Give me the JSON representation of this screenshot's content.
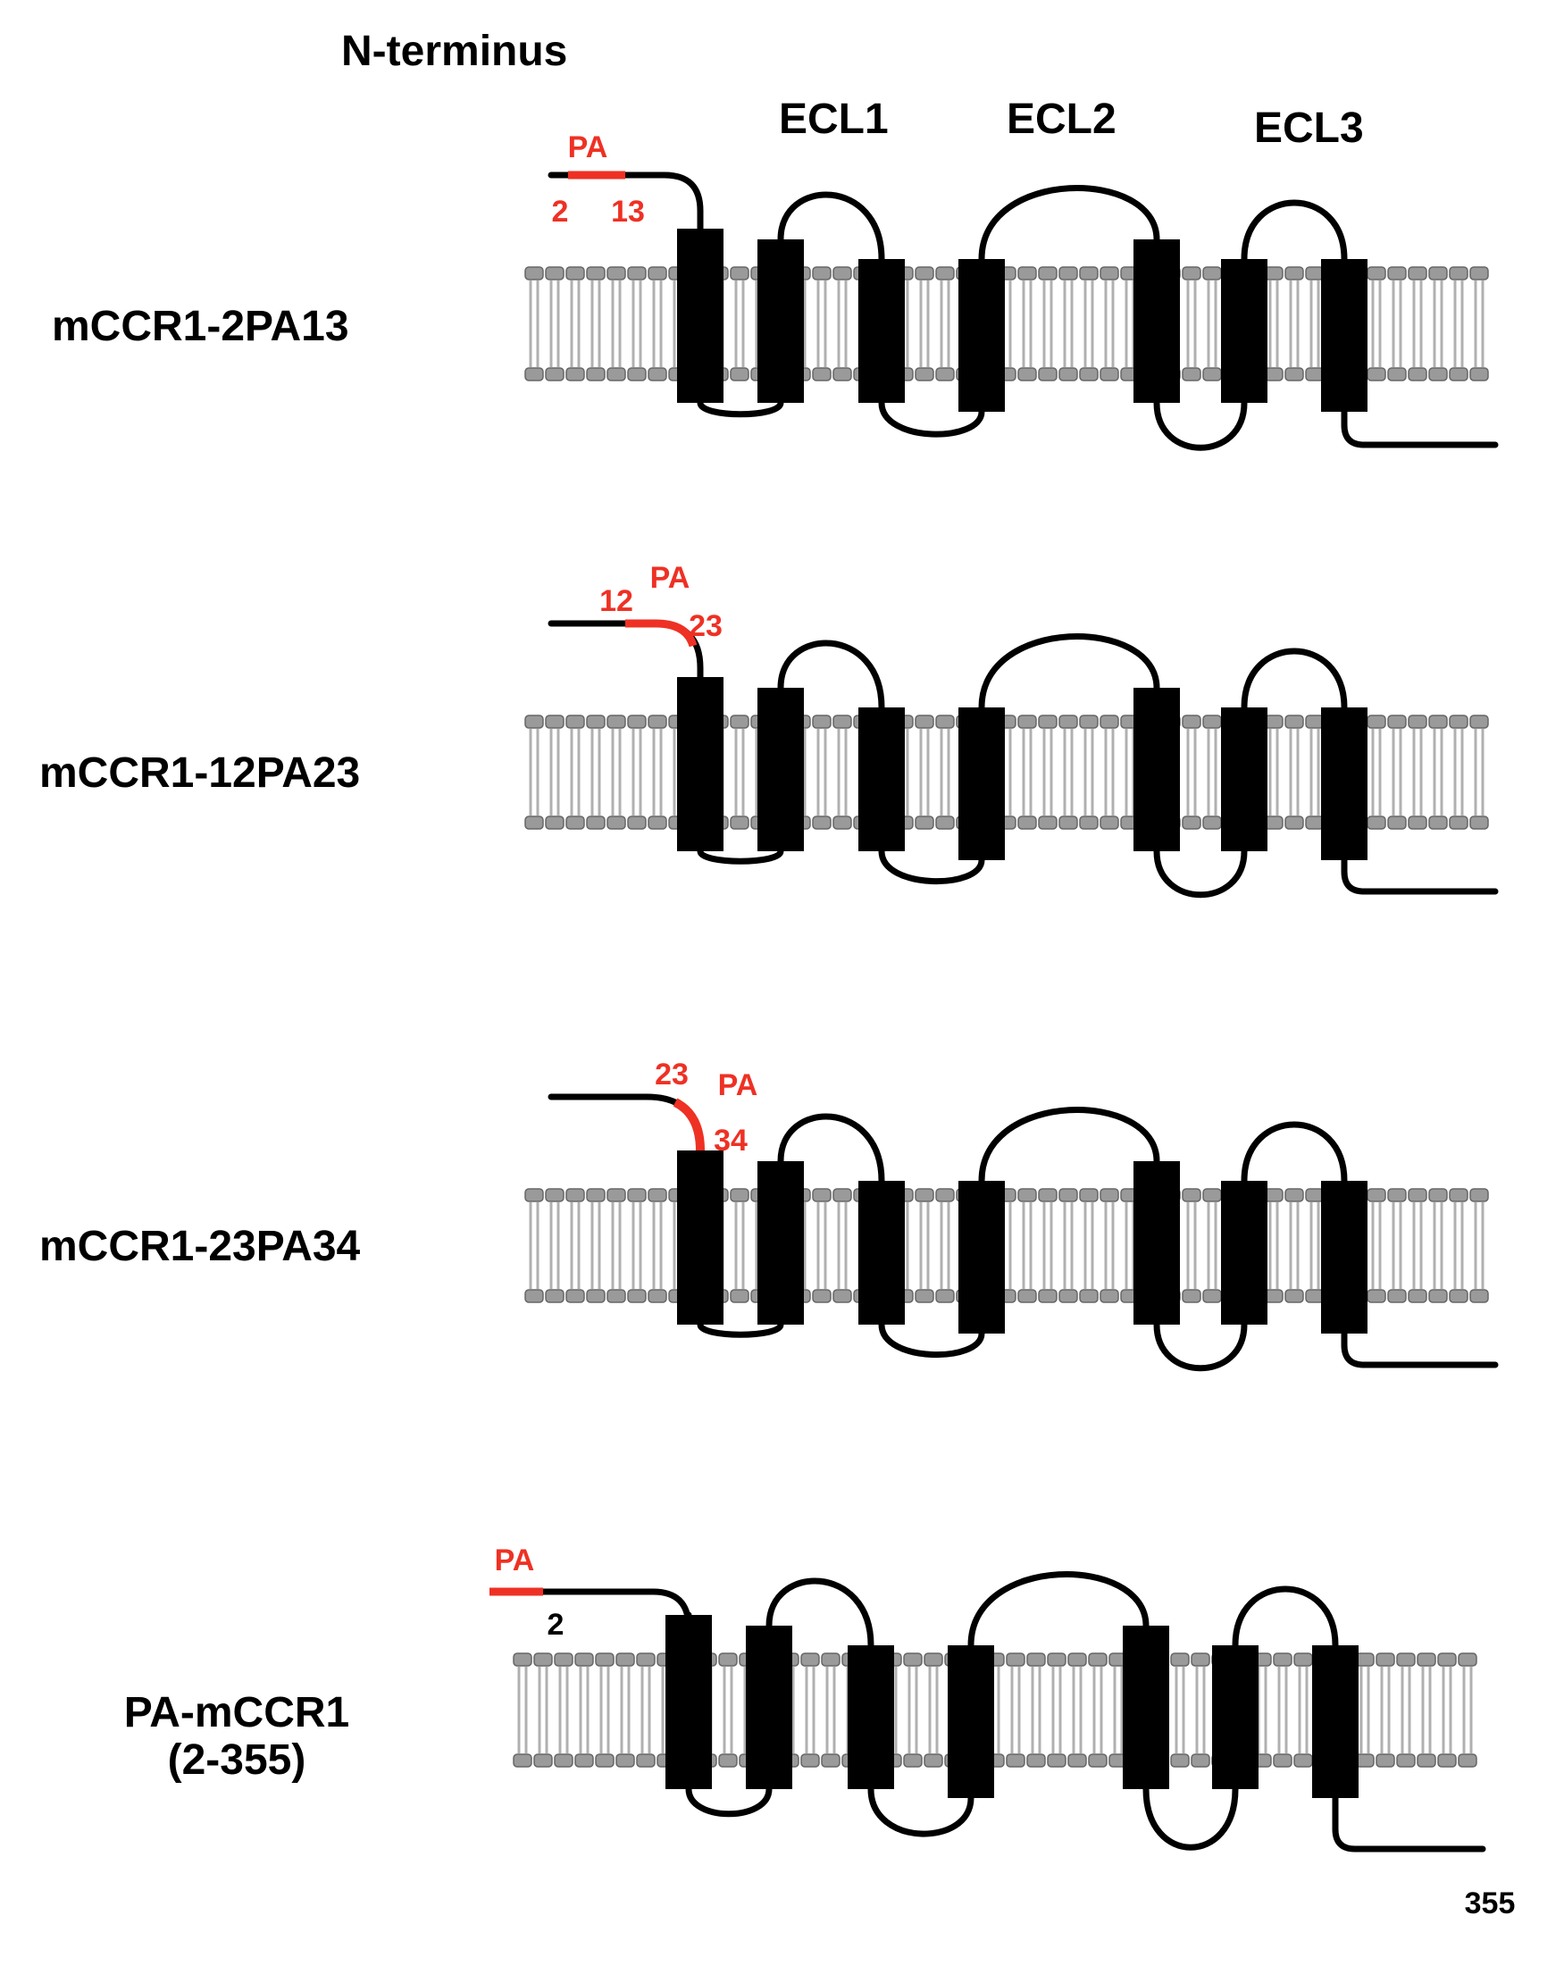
{
  "header": {
    "n_terminus": "N-terminus",
    "loops": [
      "ECL1",
      "ECL2",
      "ECL3"
    ]
  },
  "constructs": [
    {
      "name": "mCCR1-2PA13",
      "tag": "PA",
      "start": "2",
      "end": "13"
    },
    {
      "name": "mCCR1-12PA23",
      "tag": "PA",
      "start": "12",
      "end": "23"
    },
    {
      "name": "mCCR1-23PA34",
      "tag": "PA",
      "start": "23",
      "end": "34"
    },
    {
      "name_line1": "PA-mCCR1",
      "name_line2": "(2-355)",
      "tag": "PA",
      "start": "2",
      "c_terminal": "355"
    }
  ],
  "colors": {
    "tag": "#ee3124",
    "protein": "#000000",
    "lipid_head": "#9a9a9a",
    "lipid_tail": "#b0b0b0"
  }
}
